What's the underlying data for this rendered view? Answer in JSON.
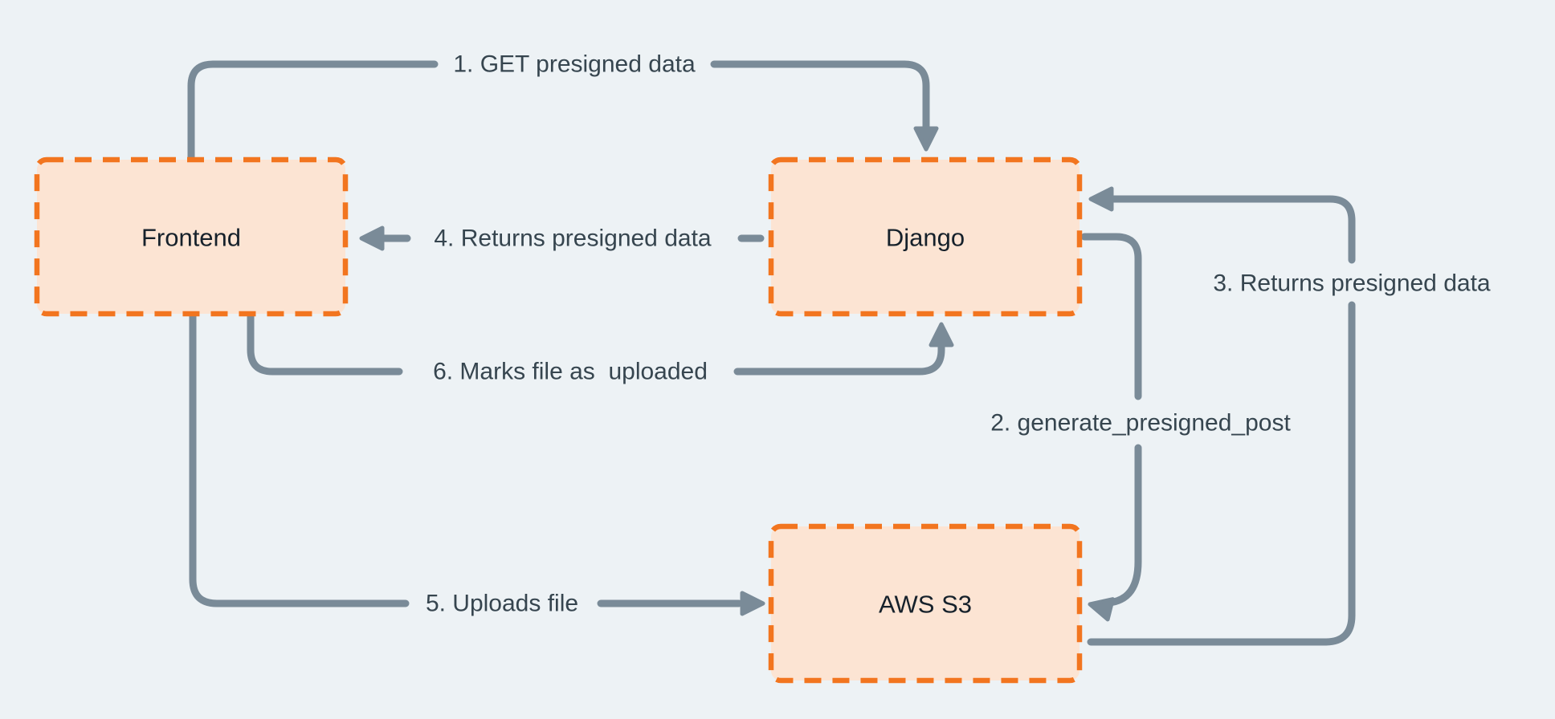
{
  "diagram": {
    "colors": {
      "background": "#edf2f5",
      "node_fill": "#fce4d3",
      "node_border": "#f2751f",
      "line": "#7a8b98",
      "edge_label_text": "#36454f",
      "node_label_text": "#16212b"
    },
    "nodes": [
      {
        "id": "frontend",
        "label": "Frontend"
      },
      {
        "id": "django",
        "label": "Django"
      },
      {
        "id": "aws-s3",
        "label": "AWS S3"
      }
    ],
    "edges": [
      {
        "step": "1",
        "label": "1. GET presigned data",
        "from": "Frontend",
        "to": "Django"
      },
      {
        "step": "2",
        "label": "2. generate_presigned_post",
        "from": "Django",
        "to": "AWS S3"
      },
      {
        "step": "3",
        "label": "3. Returns presigned data",
        "from": "AWS S3",
        "to": "Django"
      },
      {
        "step": "4",
        "label": "4. Returns presigned data",
        "from": "Django",
        "to": "Frontend"
      },
      {
        "step": "5",
        "label": "5. Uploads file",
        "from": "Frontend",
        "to": "AWS S3"
      },
      {
        "step": "6",
        "label": "6. Marks file as  uploaded",
        "from": "Frontend",
        "to": "Django"
      }
    ]
  }
}
